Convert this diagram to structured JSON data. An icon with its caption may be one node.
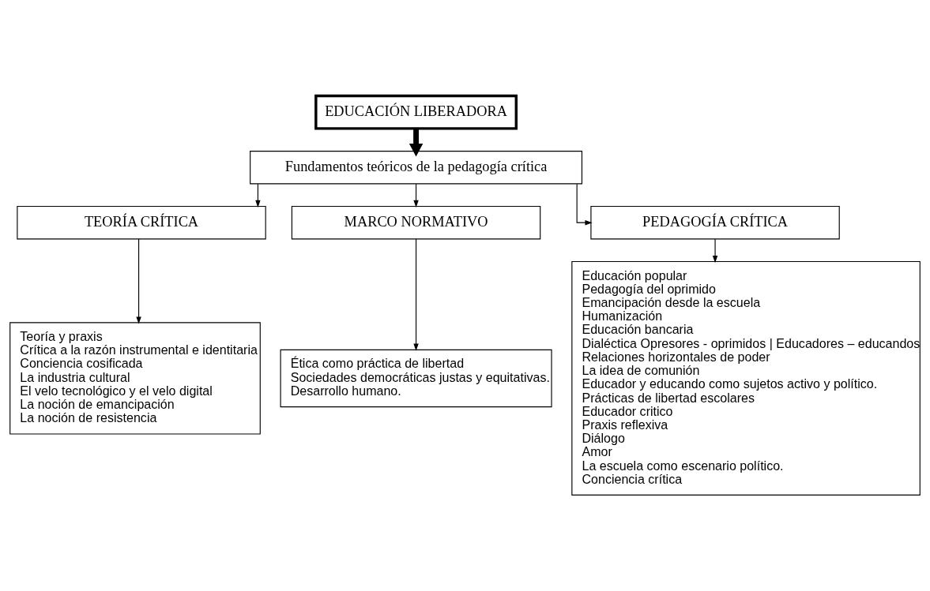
{
  "diagram": {
    "nodes": [
      {
        "text": [
          "EDUCACIÓN LIBERADORA"
        ]
      },
      {
        "text": [
          "Fundamentos teóricos de la pedagogía crítica"
        ]
      },
      {
        "text": [
          "TEORÍA CRÍTICA"
        ]
      },
      {
        "text": [
          "MARCO NORMATIVO"
        ]
      },
      {
        "text": [
          "PEDAGOGÍA CRÍTICA"
        ]
      },
      {
        "text": [
          "Teoría y praxis",
          "Crítica a la razón instrumental e identitaria",
          "Conciencia cosificada",
          "La industria cultural",
          "El velo tecnológico y el velo digital",
          "La noción de emancipación",
          "La noción de resistencia"
        ]
      },
      {
        "text": [
          "Ética como práctica de libertad",
          "Sociedades democráticas justas y equitativas.",
          "Desarrollo humano."
        ]
      },
      {
        "text": [
          "Educación popular",
          "Pedagogía del oprimido",
          "Emancipación desde la escuela",
          "Humanización",
          "Educación bancaria",
          "Dialéctica Opresores - oprimidos | Educadores – educandos",
          "Relaciones horizontales de poder",
          "La idea de comunión",
          "Educador y educando como sujetos activo y político.",
          "Prácticas de libertad escolares",
          "Educador critico",
          "Praxis reflexiva",
          "Diálogo",
          "Amor",
          "La escuela como escenario político.",
          "Conciencia crítica"
        ]
      }
    ],
    "edges": [
      {
        "from": 0,
        "to": 1,
        "arrow": "to",
        "style": "thick"
      },
      {
        "from": 1,
        "to": 2,
        "arrow": "to"
      },
      {
        "from": 1,
        "to": 3,
        "arrow": "to"
      },
      {
        "from": 1,
        "to": 4,
        "arrow": "to"
      },
      {
        "from": 2,
        "to": 5,
        "arrow": "to"
      },
      {
        "from": 3,
        "to": 6,
        "arrow": "to"
      },
      {
        "from": 4,
        "to": 7,
        "arrow": "to"
      }
    ]
  }
}
